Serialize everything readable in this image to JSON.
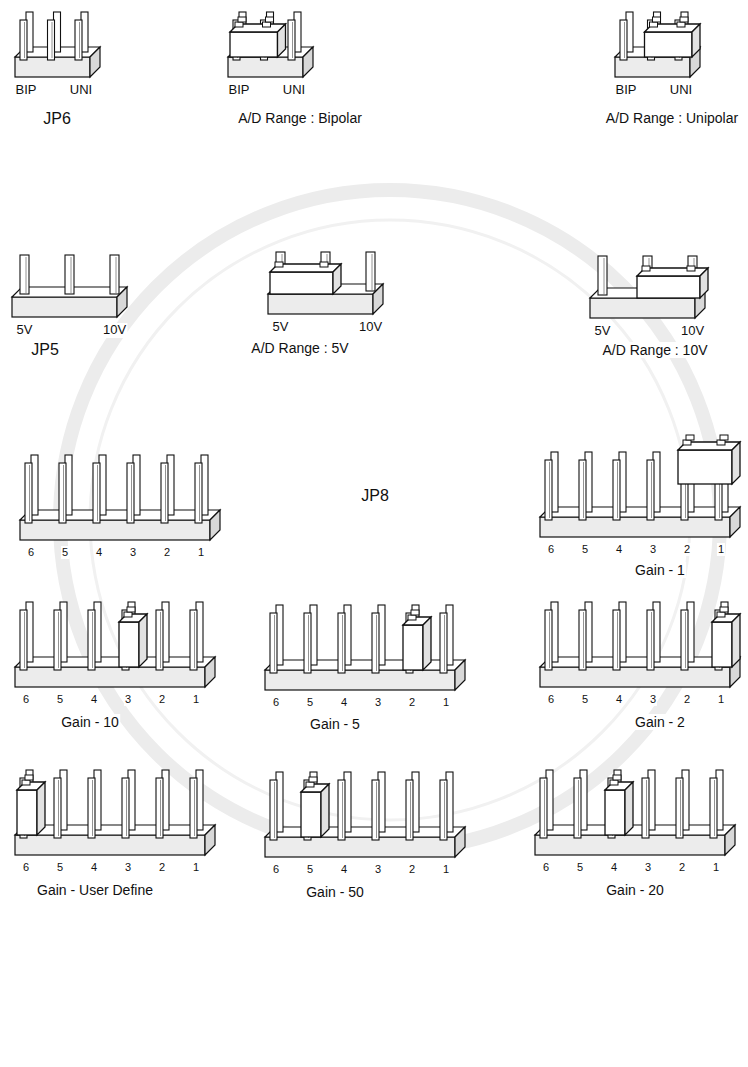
{
  "diagram": {
    "labels": [
      "BIP",
      "UNI",
      "JP6",
      "BIP",
      "UNI",
      "A/D Range : Bipolar",
      "BIP",
      "UNI",
      "A/D Range : Unipolar",
      "5V",
      "10V",
      "JP5",
      "5V",
      "10V",
      "A/D Range : 5V",
      "5V",
      "10V",
      "A/D Range : 10V",
      "6",
      "5",
      "4",
      "3",
      "2",
      "1",
      "JP8",
      "6",
      "5",
      "4",
      "3",
      "2",
      "1",
      "Gain - 1",
      "6",
      "5",
      "4",
      "3",
      "2",
      "1",
      "Gain - 10",
      "6",
      "5",
      "4",
      "3",
      "2",
      "1",
      "Gain - 5",
      "6",
      "5",
      "4",
      "3",
      "2",
      "1",
      "Gain - 2",
      "6",
      "5",
      "4",
      "3",
      "2",
      "1",
      "Gain - User Define",
      "6",
      "5",
      "4",
      "3",
      "2",
      "1",
      "Gain - 50",
      "6",
      "5",
      "4",
      "3",
      "2",
      "1",
      "Gain - 20"
    ]
  }
}
